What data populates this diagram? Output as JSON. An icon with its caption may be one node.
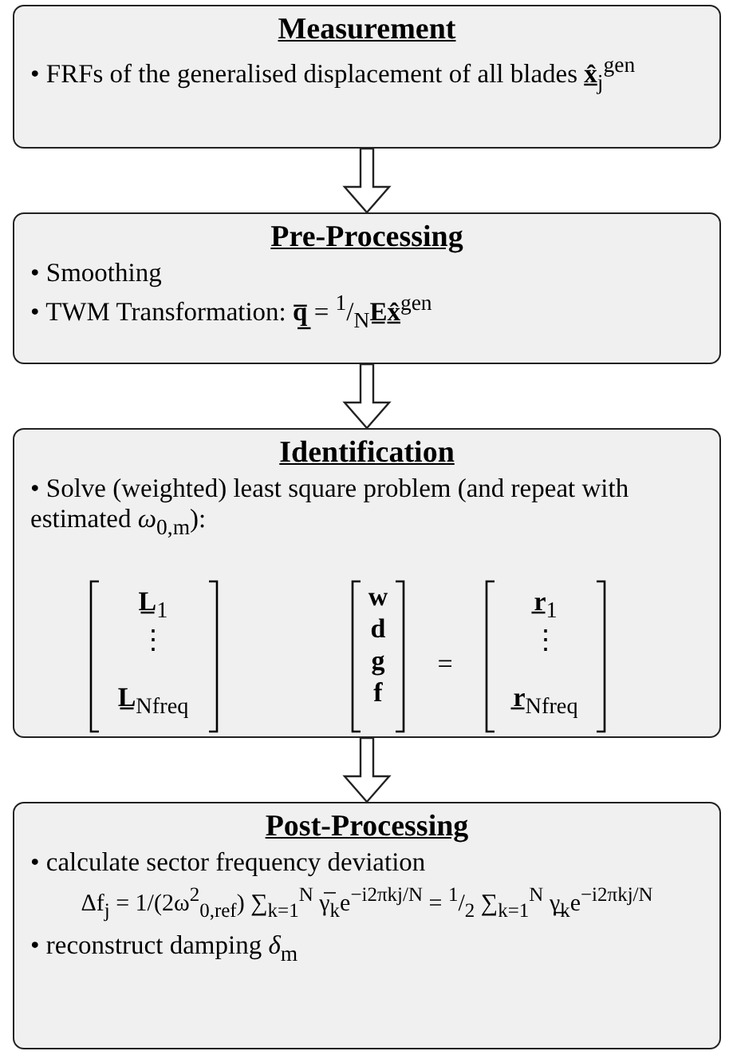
{
  "diagram": {
    "nodes": [
      {
        "text": [
          "Measurement",
          "• FRFs of the generalised displacement of all blades **x̲̂**$_{j}$$^{gen}$"
        ]
      },
      {
        "text": [
          "Pre-Processing",
          "• Smoothing",
          "• TWM Transformation: **q̲̅** = $^{1}$/$_{N}$**E̲x̲̂**$^{gen}$"
        ]
      },
      {
        "text": [
          "Identification",
          "• Solve (weighted) least square problem (and repeat with estimated *ω*$_{0,m}$):",
          "**L̲**$_{1}$",
          "⋮",
          "**L̲**$_{N}$$_{freq}$",
          "w d g f",
          "=",
          "**r̲**$_{1}$",
          "⋮",
          "**r̲**$_{N}$$_{freq}$"
        ]
      },
      {
        "text": [
          "Post-Processing",
          "• calculate sector frequency deviation",
          "Δf$_{j}$ = 1/(2ω$^{2}$$_{0,ref}$) ∑$_{k=1}$$^{N}$ γ̅$_{k}$e$^{−i2πkj/N}$ = $^{1}$/$_{2}$ ∑$_{k=1}$$^{N}$ γ̲$_{k}$e$^{−i2πkj/N}$",
          "• reconstruct damping *δ*$_{m}$"
        ]
      }
    ],
    "edges": [
      {
        "from": 0,
        "to": 1,
        "arrow": "to"
      },
      {
        "from": 1,
        "to": 2,
        "arrow": "to"
      },
      {
        "from": 2,
        "to": 3,
        "arrow": "to"
      }
    ]
  }
}
